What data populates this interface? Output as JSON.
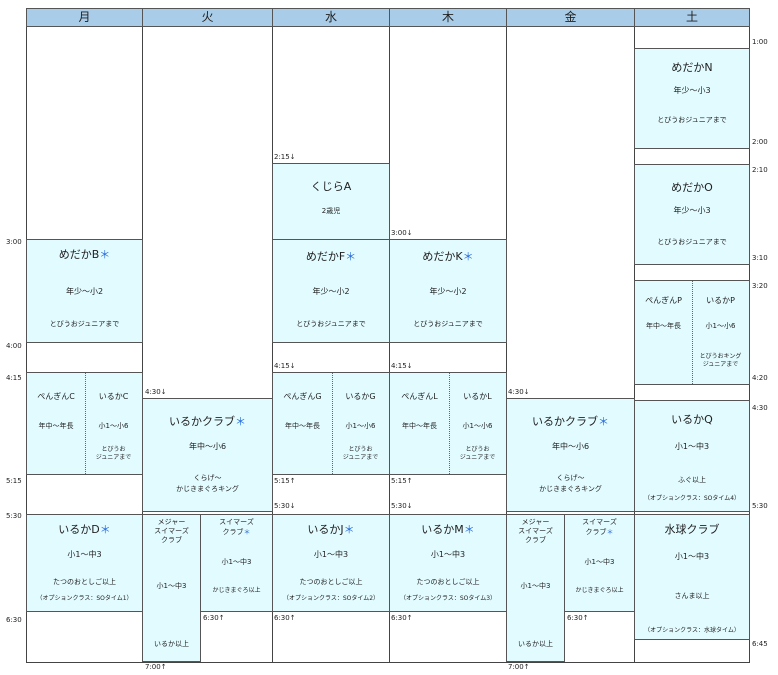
{
  "days": [
    "月",
    "火",
    "水",
    "木",
    "金",
    "土"
  ],
  "left_times": [
    "3:00",
    "4:00",
    "4:15",
    "5:15",
    "5:30",
    "6:30"
  ],
  "right_times": [
    "1:00",
    "2:00",
    "2:10",
    "3:10",
    "3:20",
    "4:20",
    "4:30",
    "5:30",
    "6:45"
  ],
  "markers": {
    "tue_430": "4:30↓",
    "tue_700": "7:00↑",
    "tue_630": "6:30↑",
    "wed_215": "2:15↓",
    "wed_415": "4:15↓",
    "wed_515": "5:15↑",
    "wed_530": "5:30↓",
    "wed_630": "6:30↑",
    "thu_300": "3:00↓",
    "thu_415": "4:15↓",
    "thu_515": "5:15↑",
    "thu_530": "5:30↓",
    "thu_630": "6:30↑",
    "fri_430": "4:30↓",
    "fri_700": "7:00↑",
    "fri_630": "6:30↑"
  },
  "classes": {
    "mon_b": {
      "name": "めだかB",
      "star": "＊",
      "grade": "年少～小2",
      "note": "とびうおジュニアまで"
    },
    "mon_c1": {
      "name": "ぺんぎんC",
      "grade": "年中～年長"
    },
    "mon_c2": {
      "name": "いるかC",
      "grade": "小1～小6",
      "note1": "とびうお",
      "note2": "ジュニアまで"
    },
    "mon_d": {
      "name": "いるかD",
      "star": "＊",
      "grade": "小1～中3",
      "cond": "たつのおとしご以上",
      "opt": "（オプションクラス：SOタイム1）"
    },
    "tue_club": {
      "name": "いるかクラブ",
      "star": "＊",
      "grade": "年中～小6",
      "note1": "くらげ～",
      "note2": "かじきまぐろキング"
    },
    "tue_major": {
      "l1": "メジャー",
      "l2": "スイマーズ",
      "l3": "クラブ",
      "grade": "小1～中3",
      "cond": "いるか以上"
    },
    "tue_sw": {
      "l1": "スイマーズ",
      "l2": "クラブ",
      "star": "＊",
      "grade": "小1～中3",
      "cond": "かじきまぐろ以上"
    },
    "wed_a": {
      "name": "くじらA",
      "grade": "2歳児"
    },
    "wed_f": {
      "name": "めだかF",
      "star": "＊",
      "grade": "年少～小2",
      "note": "とびうおジュニアまで"
    },
    "wed_g1": {
      "name": "ぺんぎんG",
      "grade": "年中～年長"
    },
    "wed_g2": {
      "name": "いるかG",
      "grade": "小1～小6",
      "note1": "とびうお",
      "note2": "ジュニアまで"
    },
    "wed_j": {
      "name": "いるかJ",
      "star": "＊",
      "grade": "小1～中3",
      "cond": "たつのおとしご以上",
      "opt": "（オプションクラス：SOタイム2）"
    },
    "thu_k": {
      "name": "めだかK",
      "star": "＊",
      "grade": "年少～小2",
      "note": "とびうおジュニアまで"
    },
    "thu_l1": {
      "name": "ぺんぎんL",
      "grade": "年中～年長"
    },
    "thu_l2": {
      "name": "いるかL",
      "grade": "小1～小6",
      "note1": "とびうお",
      "note2": "ジュニアまで"
    },
    "thu_m": {
      "name": "いるかM",
      "star": "＊",
      "grade": "小1～中3",
      "cond": "たつのおとしご以上",
      "opt": "（オプションクラス：SOタイム3）"
    },
    "fri_club": {
      "name": "いるかクラブ",
      "star": "＊",
      "grade": "年中～小6",
      "note1": "くらげ～",
      "note2": "かじきまぐろキング"
    },
    "fri_major": {
      "l1": "メジャー",
      "l2": "スイマーズ",
      "l3": "クラブ",
      "grade": "小1～中3",
      "cond": "いるか以上"
    },
    "fri_sw": {
      "l1": "スイマーズ",
      "l2": "クラブ",
      "star": "＊",
      "grade": "小1～中3",
      "cond": "かじきまぐろ以上"
    },
    "sat_n": {
      "name": "めだかN",
      "grade": "年少～小3",
      "note": "とびうおジュニアまで"
    },
    "sat_o": {
      "name": "めだかO",
      "grade": "年少～小3",
      "note": "とびうおジュニアまで"
    },
    "sat_p1": {
      "name": "ぺんぎんP",
      "grade": "年中～年長"
    },
    "sat_p2": {
      "name": "いるかP",
      "grade": "小1～小6",
      "note1": "とびうおキング",
      "note2": "ジュニアまで"
    },
    "sat_q": {
      "name": "いるかQ",
      "grade": "小1～中3",
      "cond": "ふぐ以上",
      "opt": "（オプションクラス：SOタイム4）"
    },
    "sat_polo": {
      "name": "水球クラブ",
      "grade": "小1～中3",
      "cond": "さんま以上",
      "opt": "（オプションクラス：水球タイム）"
    }
  }
}
